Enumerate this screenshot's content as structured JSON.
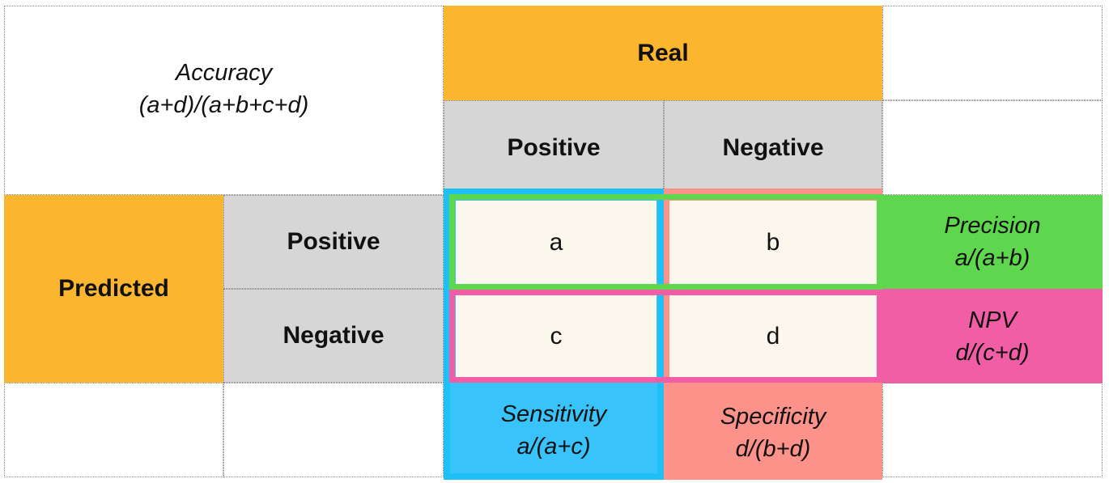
{
  "accuracy": {
    "label": "Accuracy",
    "formula": "(a+d)/(a+b+c+d)"
  },
  "real": {
    "title": "Real",
    "positive": "Positive",
    "negative": "Negative"
  },
  "predicted": {
    "title": "Predicted",
    "positive": "Positive",
    "negative": "Negative"
  },
  "cells": {
    "a": "a",
    "b": "b",
    "c": "c",
    "d": "d"
  },
  "precision": {
    "label": "Precision",
    "formula": "a/(a+b)"
  },
  "npv": {
    "label": "NPV",
    "formula": "d/(c+d)"
  },
  "sensitivity": {
    "label": "Sensitivity",
    "formula": "a/(a+c)"
  },
  "specificity": {
    "label": "Specificity",
    "formula": "d/(b+d)"
  },
  "colors": {
    "orange": "#fbb52f",
    "gray": "#d6d6d6",
    "cream": "#fbf7ed",
    "green": "#5ed64d",
    "pink": "#f25ea5",
    "blue": "#38c3fb",
    "salmon": "#fc928a"
  }
}
